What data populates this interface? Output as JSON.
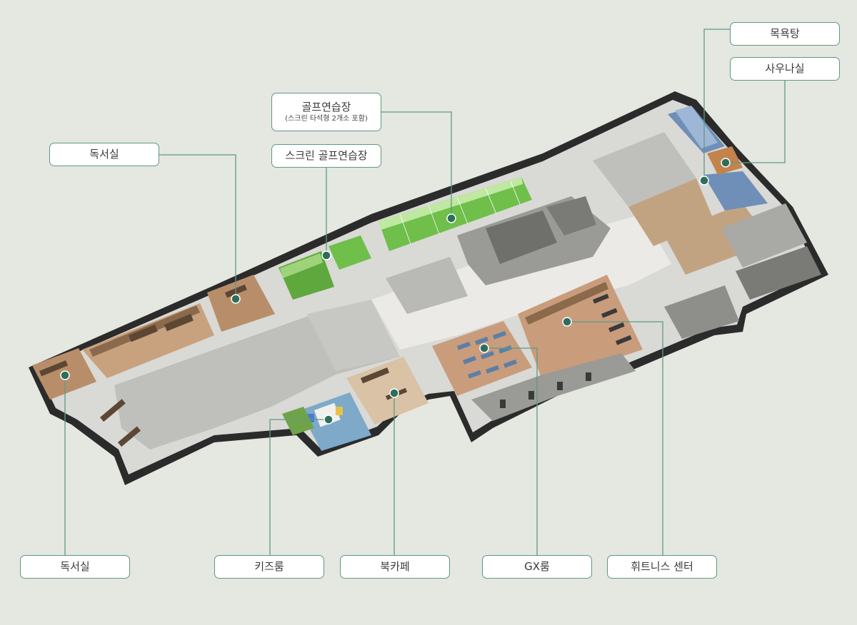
{
  "labels": {
    "bath": "목욕탕",
    "sauna": "사우나실",
    "golf_range": "골프연습장",
    "golf_range_note": "(스크린 타석형 2개소 포함)",
    "screen_golf": "스크린 골프연습장",
    "reading_room_top": "독서실",
    "reading_room_bottom": "독서실",
    "kids_room": "키즈룸",
    "book_cafe": "북카페",
    "gx_room": "GX룸",
    "fitness_center": "휘트니스 센터"
  },
  "colors": {
    "background": "#e5e7e1",
    "label_border": "#5d9a83",
    "leader_line": "#5d9a83",
    "marker_dot": "#2f6e5c",
    "golf_green": "#6fbf4a",
    "wood_floor": "#c89a78",
    "concrete_floor": "#bfbfbb",
    "wall": "#2b2b2b",
    "pool_blue": "#6f8fb8"
  }
}
